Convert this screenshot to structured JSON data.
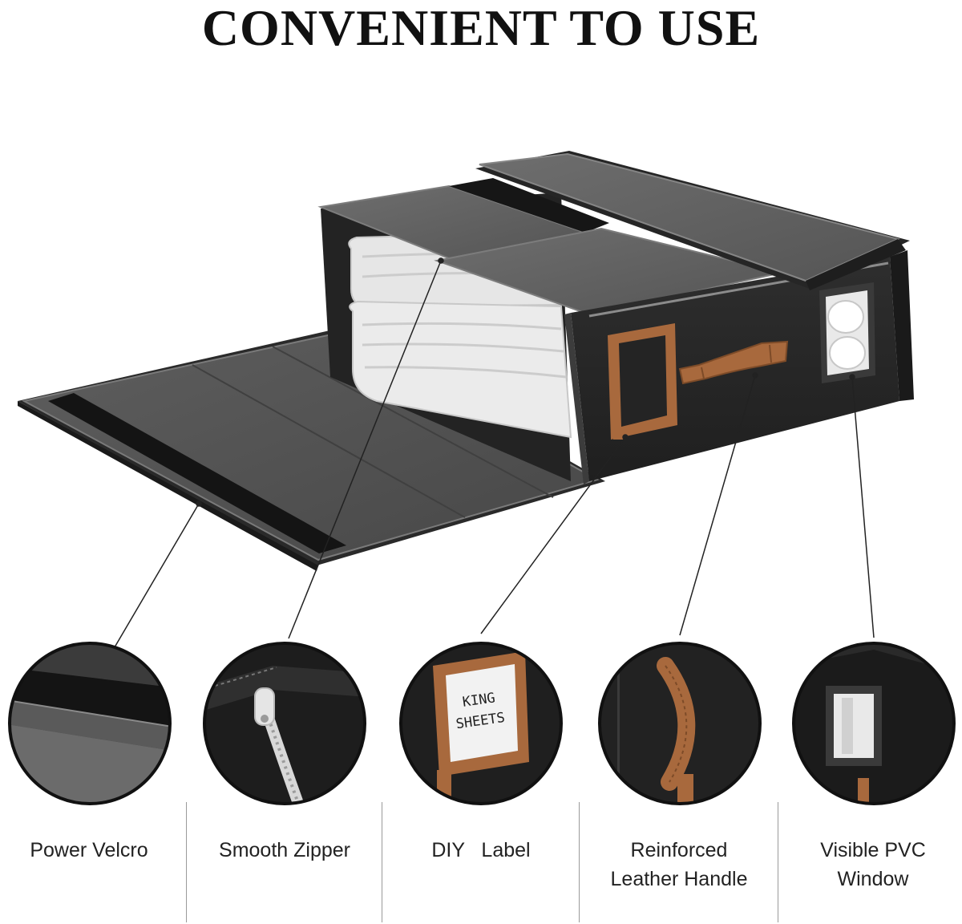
{
  "title": "CONVENIENT TO USE",
  "colors": {
    "box_dark": "#2b2b2b",
    "box_mid": "#575757",
    "box_light": "#6b6b6b",
    "velcro": "#151515",
    "leather": "#a8693d",
    "linen": "#e9e9e9",
    "line": "#222222"
  },
  "features": [
    {
      "id": "velcro",
      "label": "Power Velcro"
    },
    {
      "id": "zipper",
      "label": "Smooth Zipper"
    },
    {
      "id": "label",
      "label": "DIY   Label",
      "tag_text": [
        "KING",
        "SHEETS"
      ]
    },
    {
      "id": "handle",
      "label": "Reinforced\nLeather Handle"
    },
    {
      "id": "window",
      "label": "Visible PVC\nWindow"
    }
  ]
}
